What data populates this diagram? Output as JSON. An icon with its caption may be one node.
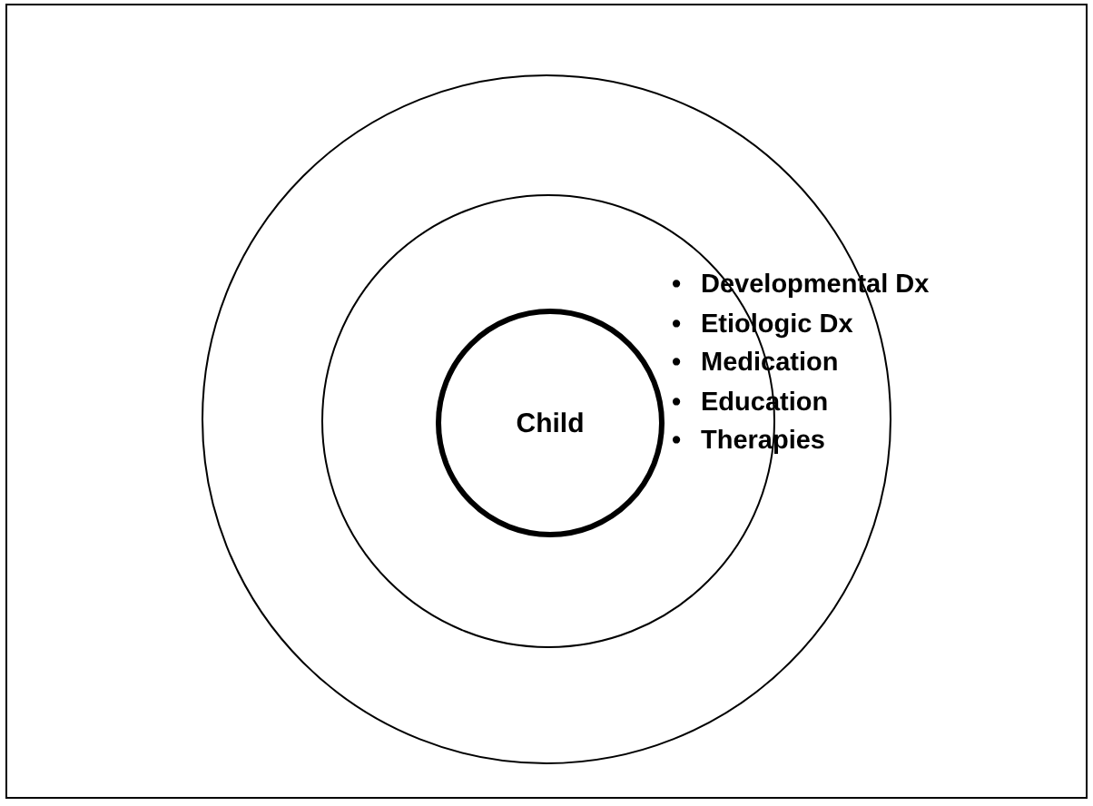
{
  "diagram": {
    "nodes": [
      {
        "text": [],
        "shape": "circle"
      },
      {
        "text": [],
        "shape": "circle",
        "in": 0
      },
      {
        "text": [
          "Child"
        ],
        "in": 1
      }
    ],
    "labels": [
      "• Developmental Dx",
      "• Etiologic Dx",
      "• Medication",
      "• Education",
      "• Therapies"
    ]
  }
}
